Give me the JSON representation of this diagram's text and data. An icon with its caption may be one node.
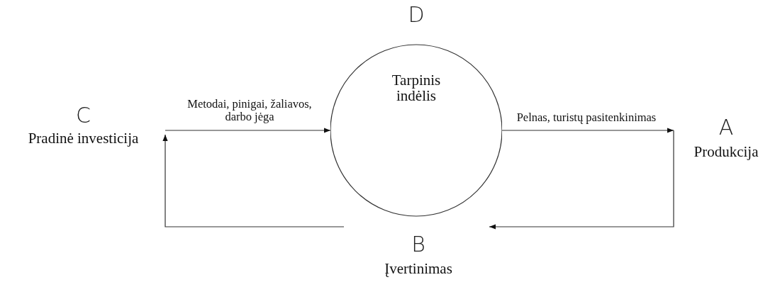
{
  "diagram": {
    "nodes": [
      {
        "text": [
          "D",
          "Tarpinis indėlis"
        ]
      },
      {
        "text": [
          "C",
          "Pradinė investicija"
        ]
      },
      {
        "text": [
          "A",
          "Produkcija"
        ]
      },
      {
        "text": [
          "B",
          "Įvertinimas"
        ]
      }
    ],
    "edges": [
      {
        "from": 1,
        "to": 0,
        "arrow": "to",
        "label": "Metodai, pinigai, žaliavos, darbo jėga"
      },
      {
        "from": 0,
        "to": 2,
        "arrow": "to",
        "label": "Pelnas, turistų pasitenkinimas"
      },
      {
        "from": 2,
        "to": 3,
        "arrow": "to"
      },
      {
        "from": 3,
        "to": 1,
        "arrow": "to"
      }
    ]
  }
}
